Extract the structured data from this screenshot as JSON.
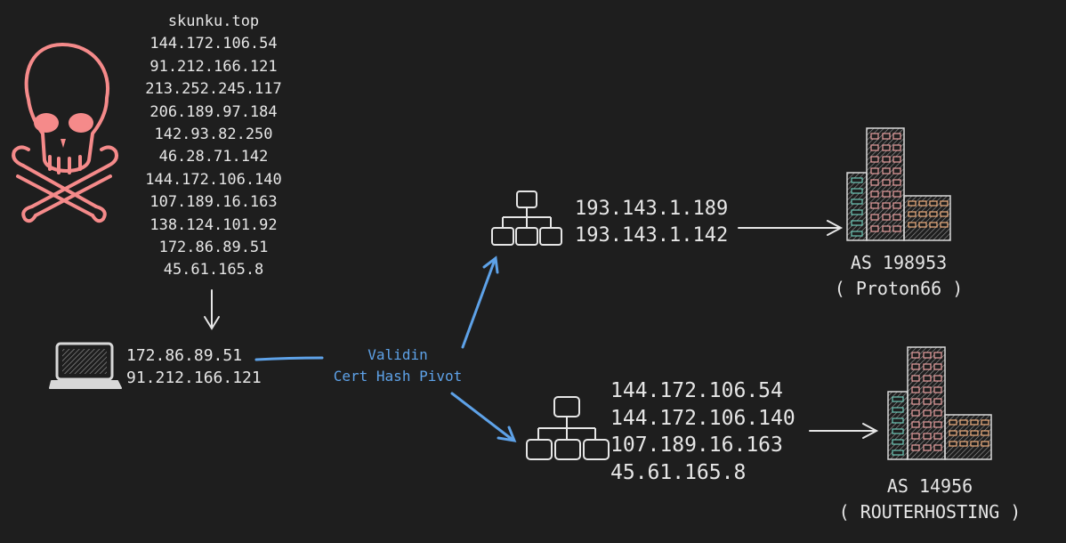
{
  "colors": {
    "background": "#1e1e1e",
    "text": "#e6e6e6",
    "skull": "#f58a8a",
    "pivot_blue": "#5ea2e8",
    "building_teal": "#6fc8b8",
    "building_pink": "#e8a0a0",
    "building_orange": "#f0b080"
  },
  "icons": {
    "threat": "skull-crossbones-icon",
    "host": "laptop-icon",
    "network": "network-hierarchy-icon",
    "asn": "office-building-icon"
  },
  "ioc_list": [
    "skunku.top",
    "144.172.106.54",
    "91.212.166.121",
    "213.252.245.117",
    "206.189.97.184",
    "142.93.82.250",
    "46.28.71.142",
    "144.172.106.140",
    "107.189.16.163",
    "138.124.101.92",
    "172.86.89.51",
    "45.61.165.8"
  ],
  "laptop_ips": [
    "172.86.89.51",
    "91.212.166.121"
  ],
  "pivot_label": [
    "Validin",
    "Cert Hash Pivot"
  ],
  "network_groups": [
    {
      "ips": [
        "193.143.1.189",
        "193.143.1.142"
      ],
      "asn": "AS 198953",
      "asn_name": "( Proton66 )"
    },
    {
      "ips": [
        "144.172.106.54",
        "144.172.106.140",
        "107.189.16.163",
        "45.61.165.8"
      ],
      "asn": "AS 14956",
      "asn_name": "( ROUTERHOSTING )"
    }
  ]
}
